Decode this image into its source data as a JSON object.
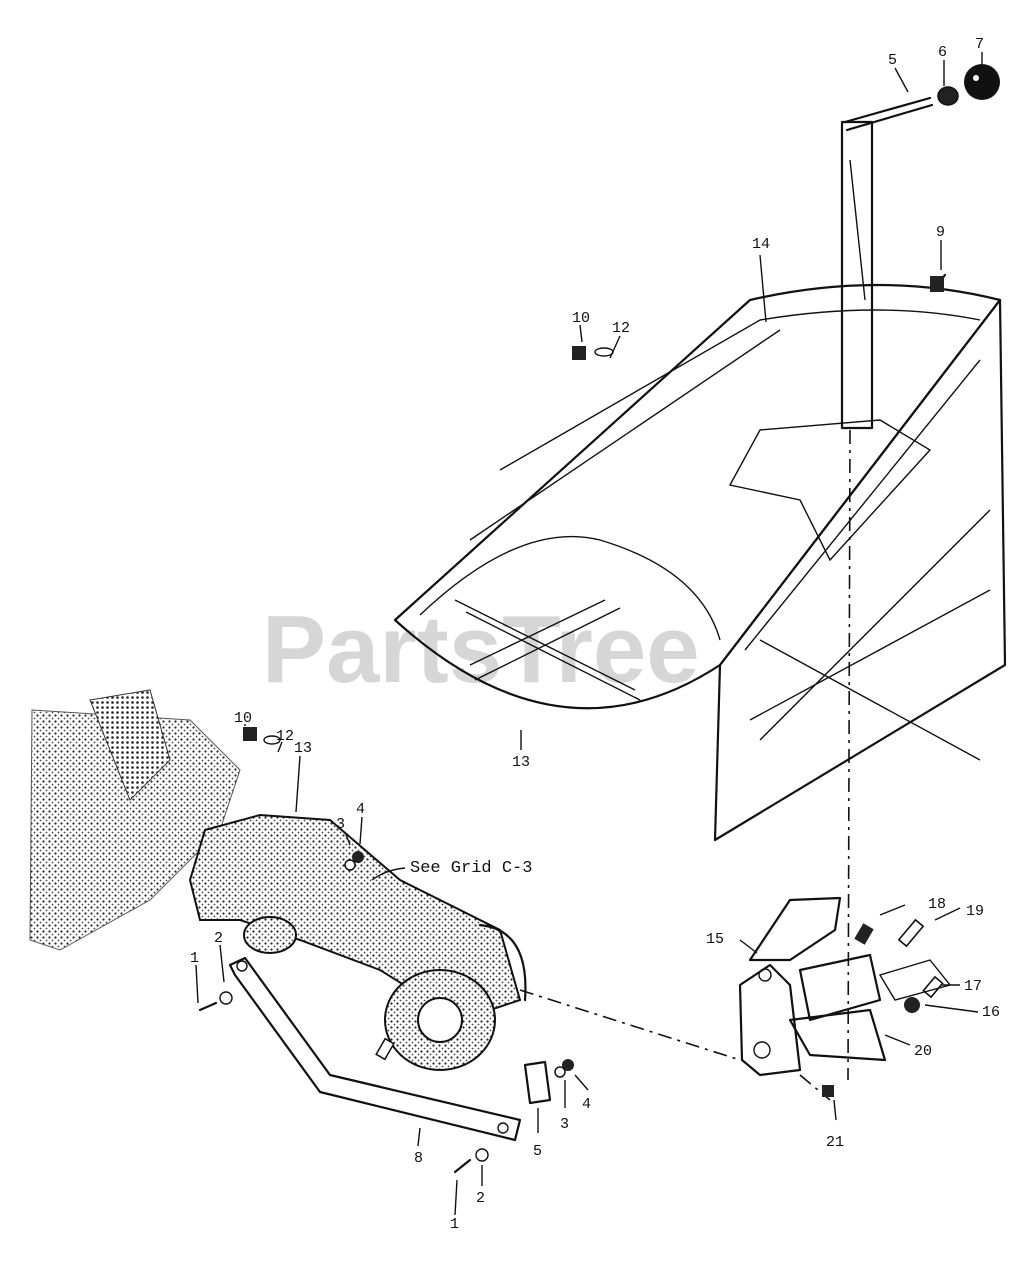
{
  "watermark": "PartsTree",
  "note": "See Grid C-3",
  "callouts": [
    {
      "id": "c7",
      "text": "7"
    },
    {
      "id": "c6",
      "text": "6"
    },
    {
      "id": "c5a",
      "text": "5"
    },
    {
      "id": "c9",
      "text": "9"
    },
    {
      "id": "c14",
      "text": "14"
    },
    {
      "id": "c10a",
      "text": "10"
    },
    {
      "id": "c12a",
      "text": "12"
    },
    {
      "id": "c13a",
      "text": "13"
    },
    {
      "id": "c10b",
      "text": "10"
    },
    {
      "id": "c12b",
      "text": "12"
    },
    {
      "id": "c13b",
      "text": "13"
    },
    {
      "id": "c3a",
      "text": "3"
    },
    {
      "id": "c4a",
      "text": "4"
    },
    {
      "id": "c2a",
      "text": "2"
    },
    {
      "id": "c1a",
      "text": "1"
    },
    {
      "id": "c18",
      "text": "18"
    },
    {
      "id": "c19",
      "text": "19"
    },
    {
      "id": "c15",
      "text": "15"
    },
    {
      "id": "c17",
      "text": "17"
    },
    {
      "id": "c16",
      "text": "16"
    },
    {
      "id": "c20",
      "text": "20"
    },
    {
      "id": "c4b",
      "text": "4"
    },
    {
      "id": "c3b",
      "text": "3"
    },
    {
      "id": "c5b",
      "text": "5"
    },
    {
      "id": "c8",
      "text": "8"
    },
    {
      "id": "c21",
      "text": "21"
    },
    {
      "id": "c2b",
      "text": "2"
    },
    {
      "id": "c1b",
      "text": "1"
    }
  ]
}
